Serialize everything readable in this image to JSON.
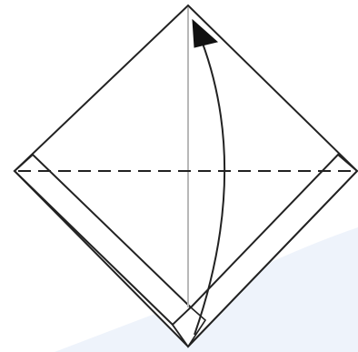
{
  "diagram": {
    "kind": "origami-fold-step",
    "instruction_text": "",
    "symbols": {
      "valley_fold_line": "dashed-line",
      "fold_direction": "curved-arrow-up"
    },
    "colors": {
      "paper_fill": "#ffffff",
      "outline": "#222222",
      "crease": "#b8b8b8",
      "background_shape": "#eef3fb"
    }
  }
}
